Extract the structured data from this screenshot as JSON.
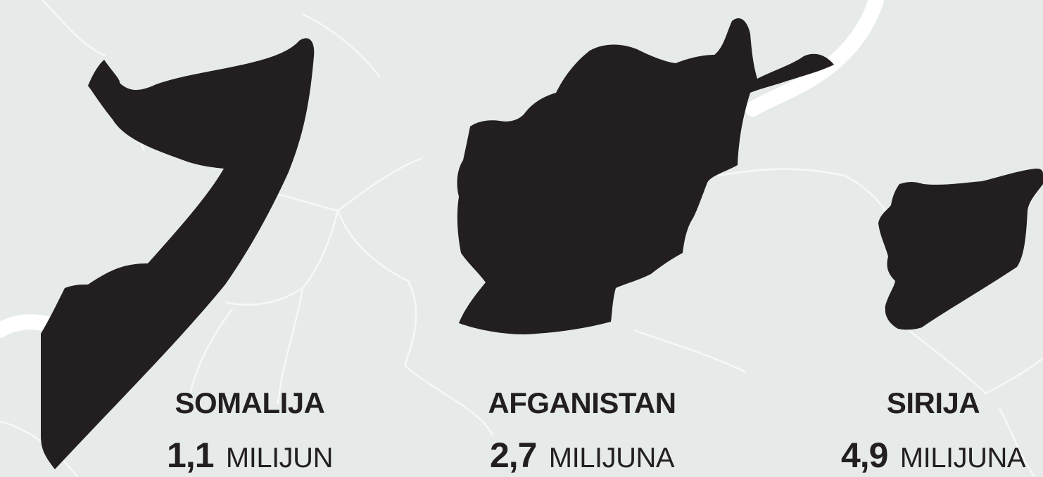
{
  "colors": {
    "background": "#e6ebe9",
    "silhouette": "#231f20",
    "borderline": "#f6f8f7",
    "river": "#ffffff"
  },
  "countries": [
    {
      "name": "SOMALIJA",
      "number": "1,1",
      "unit": "MILIJUN"
    },
    {
      "name": "AFGANISTAN",
      "number": "2,7",
      "unit": "MILIJUNA"
    },
    {
      "name": "SIRIJA",
      "number": "4,9",
      "unit": "MILIJUNA"
    }
  ]
}
